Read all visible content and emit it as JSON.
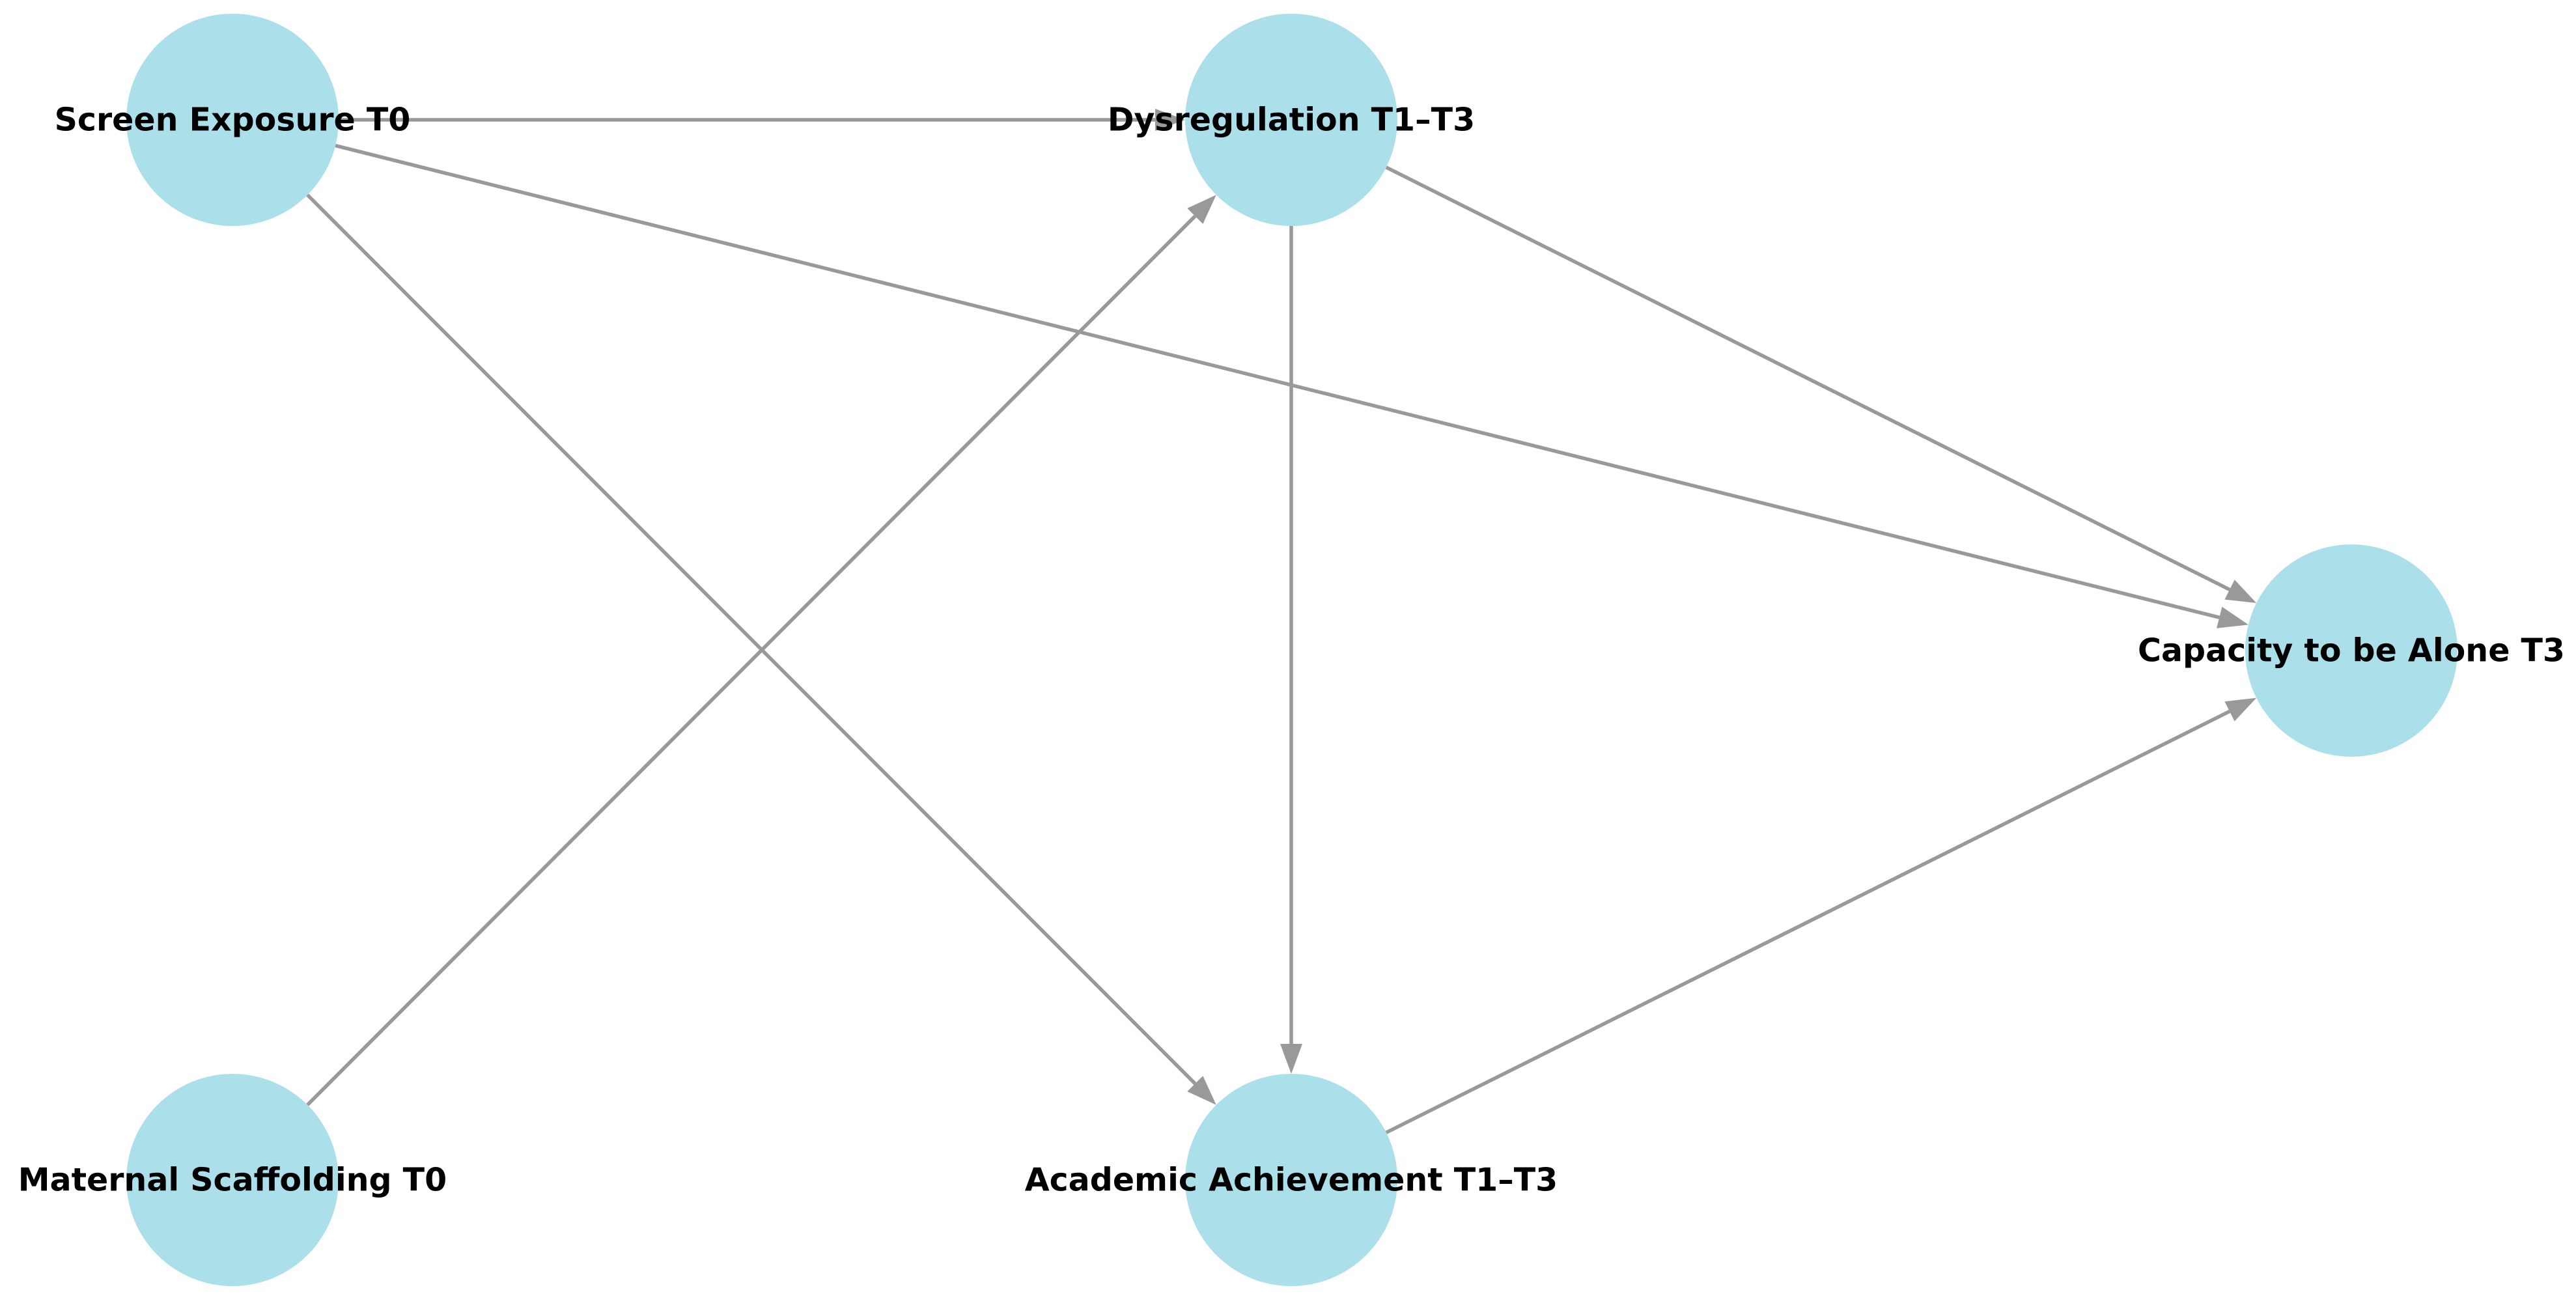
{
  "diagram": {
    "type": "directed-graph",
    "colors": {
      "node_fill": "#abe0eb",
      "edge": "#999999",
      "label": "#000000",
      "background": "#ffffff"
    },
    "nodes": [
      {
        "id": "screen",
        "label": "Screen Exposure T0"
      },
      {
        "id": "dysreg",
        "label": "Dysregulation T1–T3"
      },
      {
        "id": "capacity",
        "label": "Capacity to be Alone T3"
      },
      {
        "id": "maternal",
        "label": "Maternal Scaffolding T0"
      },
      {
        "id": "academic",
        "label": "Academic Achievement T1–T3"
      }
    ],
    "edges": [
      {
        "from": "screen",
        "to": "dysreg"
      },
      {
        "from": "screen",
        "to": "capacity"
      },
      {
        "from": "screen",
        "to": "academic"
      },
      {
        "from": "maternal",
        "to": "dysreg"
      },
      {
        "from": "dysreg",
        "to": "capacity"
      },
      {
        "from": "dysreg",
        "to": "academic"
      },
      {
        "from": "academic",
        "to": "capacity"
      }
    ]
  }
}
